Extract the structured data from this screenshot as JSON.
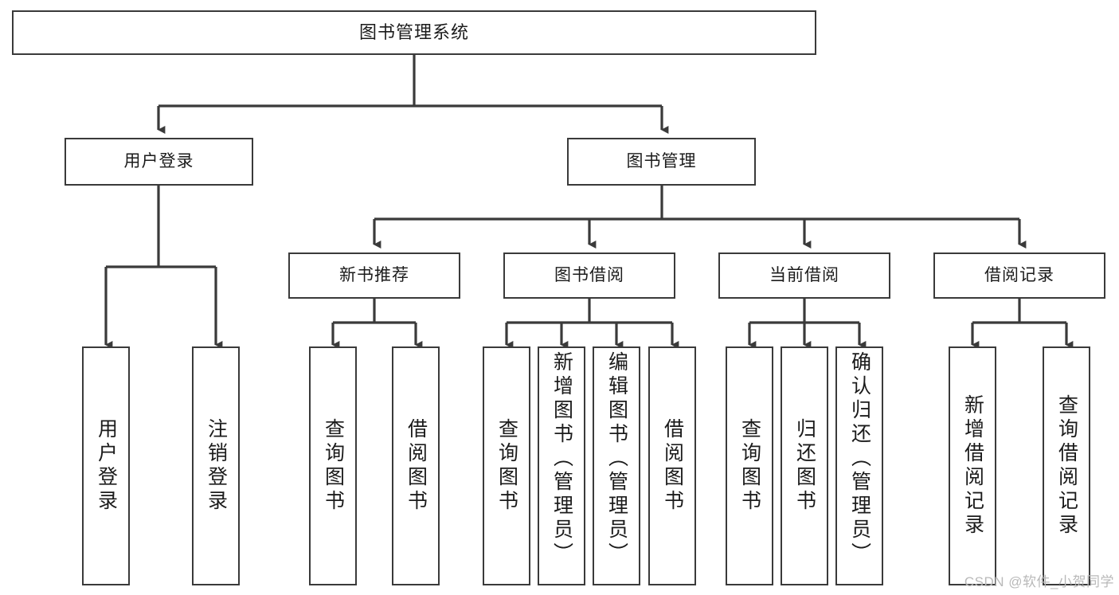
{
  "diagram": {
    "type": "hierarchy-tree",
    "title": "图书管理系统",
    "watermark": "CSDN @软件_小贺同学",
    "colors": {
      "background": "#ffffff",
      "stroke": "#3a3a3a",
      "text": "#1b1b1b",
      "watermark": "#b9b9b9"
    },
    "levels": {
      "root": {
        "label": "图书管理系统"
      },
      "level2": [
        {
          "id": "user-login",
          "label": "用户登录"
        },
        {
          "id": "book-manage",
          "label": "图书管理"
        }
      ],
      "level3": [
        {
          "id": "new-book-recommend",
          "label": "新书推荐"
        },
        {
          "id": "book-borrow",
          "label": "图书借阅"
        },
        {
          "id": "current-borrow",
          "label": "当前借阅"
        },
        {
          "id": "borrow-record",
          "label": "借阅记录"
        }
      ],
      "leaves": {
        "user_login": [
          {
            "id": "leaf-user-login",
            "label": "用户登录"
          },
          {
            "id": "leaf-user-logout",
            "label": "注销登录"
          }
        ],
        "new_book_recommend": [
          {
            "id": "leaf-query-book-1",
            "label": "查询图书"
          },
          {
            "id": "leaf-borrow-book-1",
            "label": "借阅图书"
          }
        ],
        "book_borrow": [
          {
            "id": "leaf-query-book-2",
            "label": "查询图书"
          },
          {
            "id": "leaf-add-book",
            "label": "新增图书（管理员）"
          },
          {
            "id": "leaf-edit-book",
            "label": "编辑图书（管理员）"
          },
          {
            "id": "leaf-borrow-book-2",
            "label": "借阅图书"
          }
        ],
        "current_borrow": [
          {
            "id": "leaf-query-book-3",
            "label": "查询图书"
          },
          {
            "id": "leaf-return-book",
            "label": "归还图书"
          },
          {
            "id": "leaf-confirm-return",
            "label": "确认归还（管理员）"
          }
        ],
        "borrow_record": [
          {
            "id": "leaf-add-record",
            "label": "新增借阅记录"
          },
          {
            "id": "leaf-query-record",
            "label": "查询借阅记录"
          }
        ]
      }
    }
  }
}
